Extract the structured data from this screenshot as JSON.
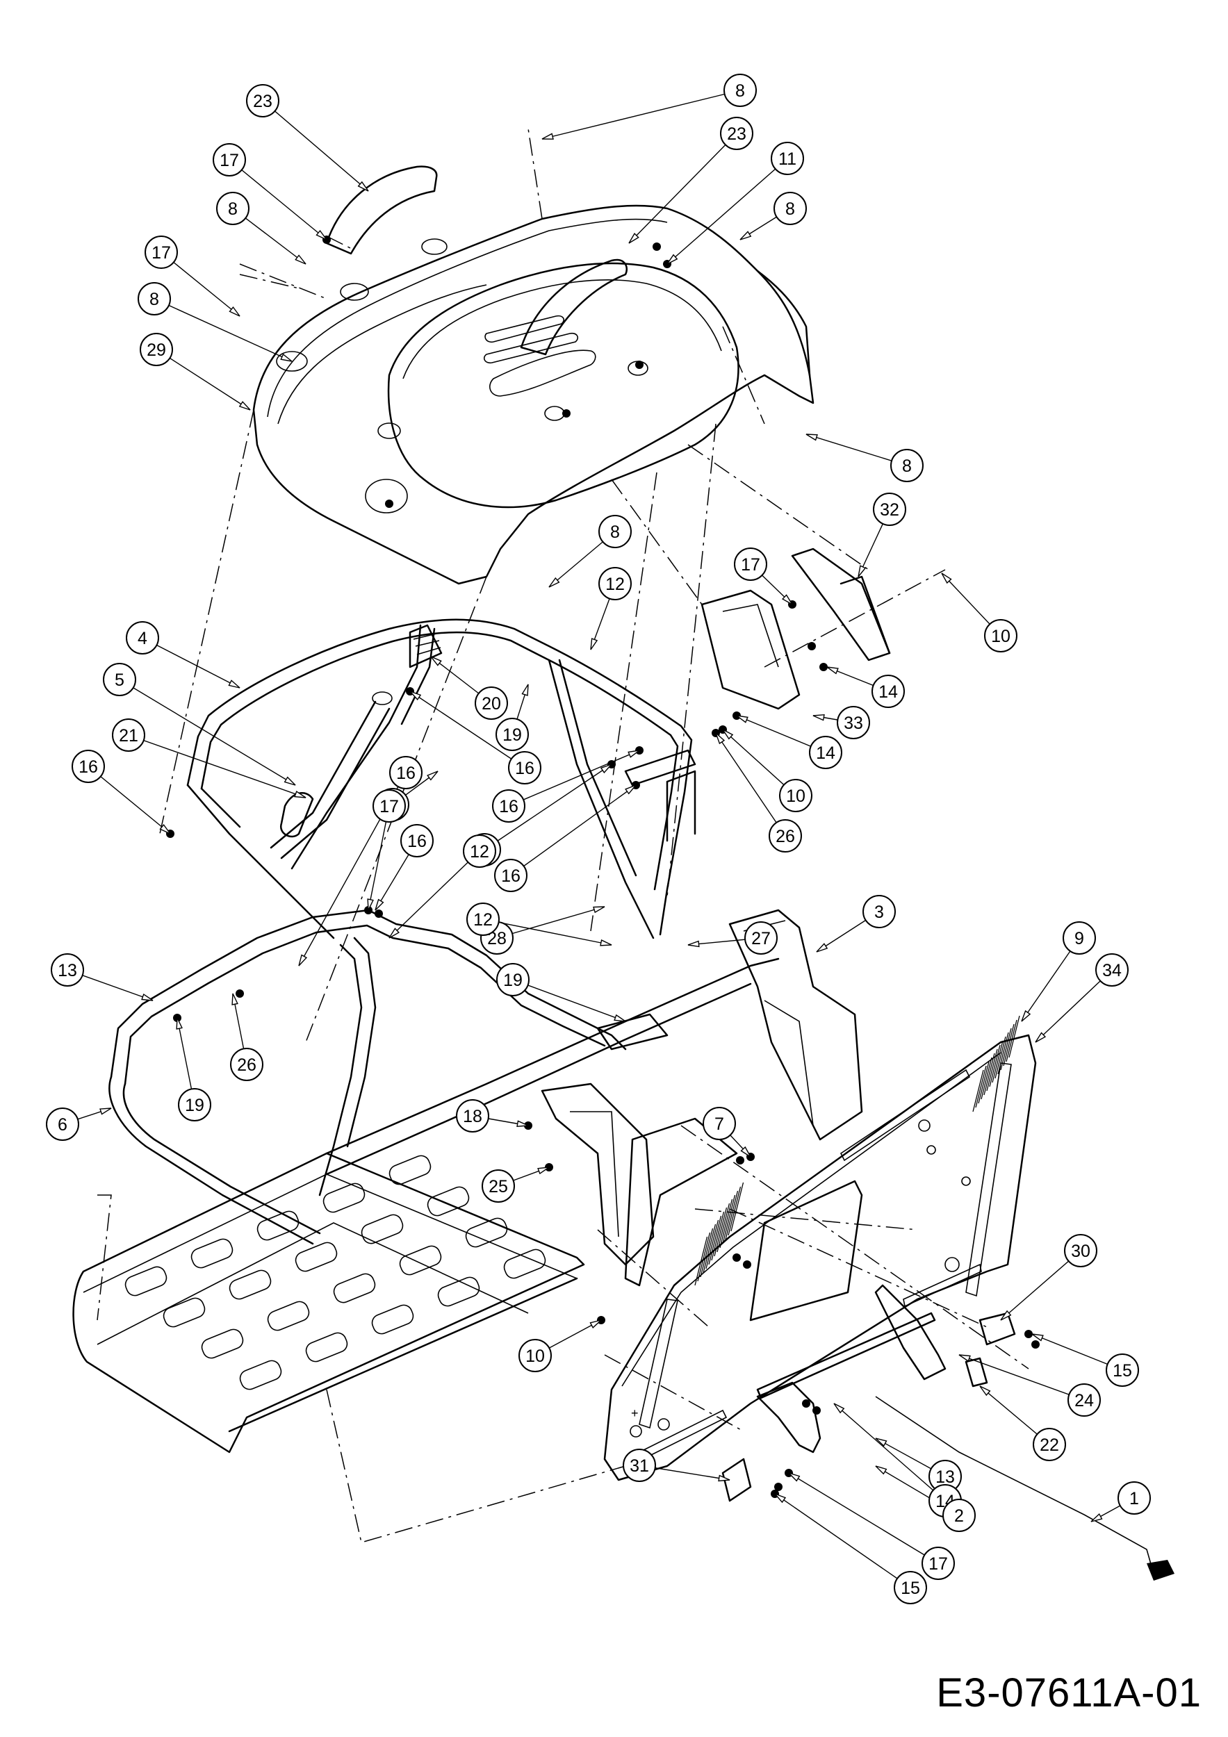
{
  "drawing_code": "E3-07611A-01",
  "callouts": [
    {
      "label": "23"
    },
    {
      "label": "8"
    },
    {
      "label": "23"
    },
    {
      "label": "17"
    },
    {
      "label": "11"
    },
    {
      "label": "8"
    },
    {
      "label": "8"
    },
    {
      "label": "17"
    },
    {
      "label": "8"
    },
    {
      "label": "29"
    },
    {
      "label": "8"
    },
    {
      "label": "8"
    },
    {
      "label": "32"
    },
    {
      "label": "17"
    },
    {
      "label": "10"
    },
    {
      "label": "12"
    },
    {
      "label": "4"
    },
    {
      "label": "20"
    },
    {
      "label": "17"
    },
    {
      "label": "14"
    },
    {
      "label": "5"
    },
    {
      "label": "19"
    },
    {
      "label": "33"
    },
    {
      "label": "21"
    },
    {
      "label": "16"
    },
    {
      "label": "14"
    },
    {
      "label": "16"
    },
    {
      "label": "16"
    },
    {
      "label": "10"
    },
    {
      "label": "17"
    },
    {
      "label": "16"
    },
    {
      "label": "17"
    },
    {
      "label": "16"
    },
    {
      "label": "26"
    },
    {
      "label": "12"
    },
    {
      "label": "16"
    },
    {
      "label": "28"
    },
    {
      "label": "27"
    },
    {
      "label": "19"
    },
    {
      "label": "3"
    },
    {
      "label": "12"
    },
    {
      "label": "13"
    },
    {
      "label": "9"
    },
    {
      "label": "34"
    },
    {
      "label": "26"
    },
    {
      "label": "19"
    },
    {
      "label": "6"
    },
    {
      "label": "18"
    },
    {
      "label": "7"
    },
    {
      "label": "25"
    },
    {
      "label": "30"
    },
    {
      "label": "10"
    },
    {
      "label": "15"
    },
    {
      "label": "24"
    },
    {
      "label": "22"
    },
    {
      "label": "13"
    },
    {
      "label": "14"
    },
    {
      "label": "2"
    },
    {
      "label": "1"
    },
    {
      "label": "31"
    },
    {
      "label": "17"
    },
    {
      "label": "15"
    }
  ]
}
